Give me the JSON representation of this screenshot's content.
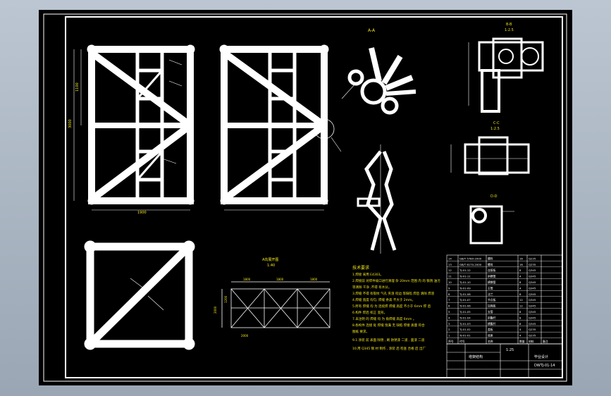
{
  "sheet": {
    "colors": {
      "background": "#000000",
      "line": "#ffffff",
      "note_text": "#f2e61a",
      "cad_backdrop": "#a9b4c1"
    }
  },
  "views": {
    "section_a_title": "A-A",
    "section_b_title": "B-B",
    "section_b_scale": "1:2.5",
    "section_c_title": "C-C",
    "section_c_scale": "1:2.5",
    "section_d_title": "D-D",
    "truss_view_title": "A向展开图",
    "truss_view_scale": "1:40"
  },
  "dimensions": {
    "front_height": "3000",
    "front_upper_height": "1100",
    "front_width": "1900",
    "truss_length_1": "1800",
    "truss_length_2": "1800",
    "truss_length_3": "1800",
    "truss_height": "2000",
    "truss_height_small": "1200",
    "truss_bottom": "2000"
  },
  "notes": {
    "heading": "技术要求",
    "lines": [
      "1.焊接 采用 E4303。",
      "2.焊接前 对焊件坡口进行清理 杂 20mm 范围 内 的 铁锈 油污",
      "   等清除 干净 ,不得 有水分。",
      "3.焊缝 不得 有裂纹 气孔 夹渣 咬边 等缺陷 焊后 清除 焊渣",
      "4.焊缝 宽度 均匀, 焊缝 余高 不大于 2mm。",
      "5.所有 焊缝 均 为 连续焊 焊缝 高度 不小于 6mm 焊 后",
      "6.构件 焊后 校正 变形。",
      "7.未注明 的 焊缝 均 为 角焊缝 高度 6mm 。",
      "8.各构件 连接 处 焊缝 饱满 无 缺陷 焊接 质量 符合",
      "   图纸 要求。",
      "9.1.涂装 前 表面 除锈 , 刷 防锈漆 二道 , 面漆 二道",
      "   10.用 Q345 钢 材 制作 , 涂装 后 检查 合格 后 出厂"
    ]
  },
  "title_block": {
    "drawing_name": "塔架结构",
    "scale": "1:25",
    "drawing_code": "DWTJ-01-14",
    "school": "毕业设计"
  },
  "parts_table": {
    "rows": [
      [
        "14",
        "GB/T 5780-2000",
        "螺栓",
        "16",
        "Q235",
        ""
      ],
      [
        "13",
        "GB/T 6170-2000",
        "螺母",
        "16",
        "Q235",
        ""
      ],
      [
        "12",
        "TJ-01-12",
        "连接板",
        "8",
        "Q345",
        ""
      ],
      [
        "11",
        "TJ-01-11",
        "斜撑管",
        "4",
        "Q345",
        ""
      ],
      [
        "10",
        "TJ-01-10",
        "横撑管",
        "8",
        "Q345",
        ""
      ],
      [
        "9",
        "TJ-01-09",
        "主管",
        "4",
        "Q345",
        ""
      ],
      [
        "8",
        "TJ-01-08",
        "法兰",
        "8",
        "Q345",
        ""
      ],
      [
        "7",
        "TJ-01-07",
        "节点板",
        "12",
        "Q345",
        ""
      ],
      [
        "6",
        "TJ-01-06",
        "加强板",
        "12",
        "Q345",
        ""
      ],
      [
        "5",
        "TJ-01-05",
        "支管",
        "8",
        "Q345",
        ""
      ],
      [
        "4",
        "TJ-01-04",
        "斜腹杆",
        "8",
        "Q345",
        ""
      ],
      [
        "3",
        "TJ-01-03",
        "横腹杆",
        "8",
        "Q345",
        ""
      ],
      [
        "2",
        "TJ-01-02",
        "盖板",
        "4",
        "Q235",
        ""
      ],
      [
        "1",
        "TJ-01-01",
        "底座",
        "4",
        "Q235",
        ""
      ]
    ],
    "header": [
      "序号",
      "代号",
      "名称",
      "数量",
      "材料",
      "备注"
    ]
  }
}
